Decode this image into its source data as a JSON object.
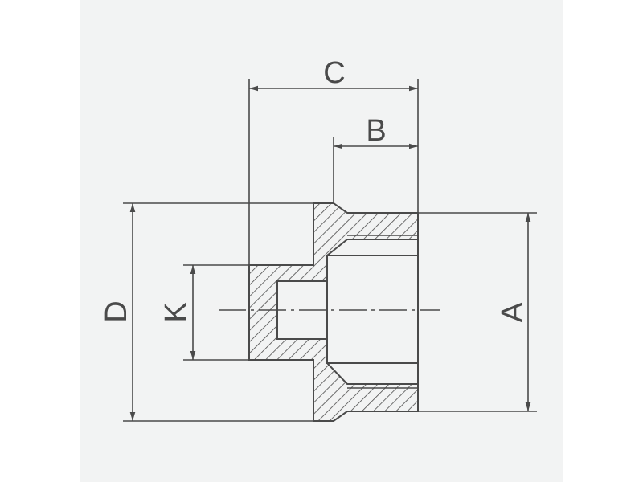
{
  "drawing": {
    "title": "",
    "colors": {
      "background": "#ffffff",
      "panel": "#f2f3f3",
      "line": "#4a4a4a",
      "hatch": "#4a4a4a"
    },
    "dimensions": {
      "A": "A",
      "B": "B",
      "C": "C",
      "D": "D",
      "K": "K"
    }
  }
}
